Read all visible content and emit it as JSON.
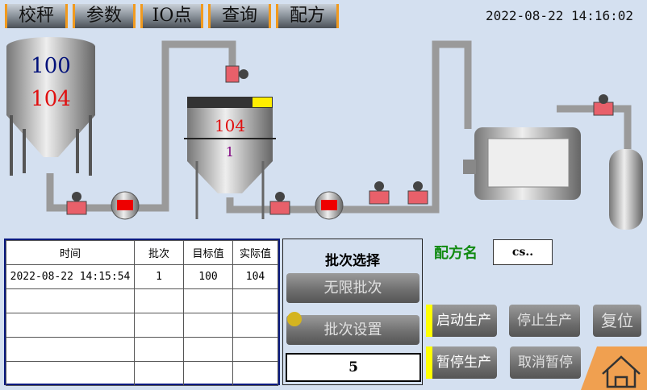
{
  "tabs": [
    "校秤",
    "参数",
    "IO点",
    "查询",
    "配方"
  ],
  "datetime": "2022-08-22 14:16:02",
  "silo": {
    "target": "100",
    "actual": "104"
  },
  "mixer": {
    "weight": "104",
    "batch": "1"
  },
  "table": {
    "headers": [
      "时间",
      "批次",
      "目标值",
      "实际值"
    ],
    "rows": [
      [
        "2022-08-22 14:15:54",
        "1",
        "100",
        "104"
      ],
      [
        "",
        "",
        "",
        ""
      ],
      [
        "",
        "",
        "",
        ""
      ],
      [
        "",
        "",
        "",
        ""
      ],
      [
        "",
        "",
        "",
        ""
      ]
    ]
  },
  "batch_panel": {
    "title": "批次选择",
    "unlimited": "无限批次",
    "setting": "批次设置",
    "value": "5"
  },
  "recipe": {
    "label": "配方名",
    "value": "cs.."
  },
  "controls": {
    "start": "启动生产",
    "stop": "停止生产",
    "reset": "复位",
    "pause": "暂停生产",
    "cancel_pause": "取消暂停"
  },
  "colors": {
    "bg": "#d4e0f0",
    "accent": "#f19a1e",
    "indicator": "#ffff00",
    "lamp": "#d4b420"
  }
}
